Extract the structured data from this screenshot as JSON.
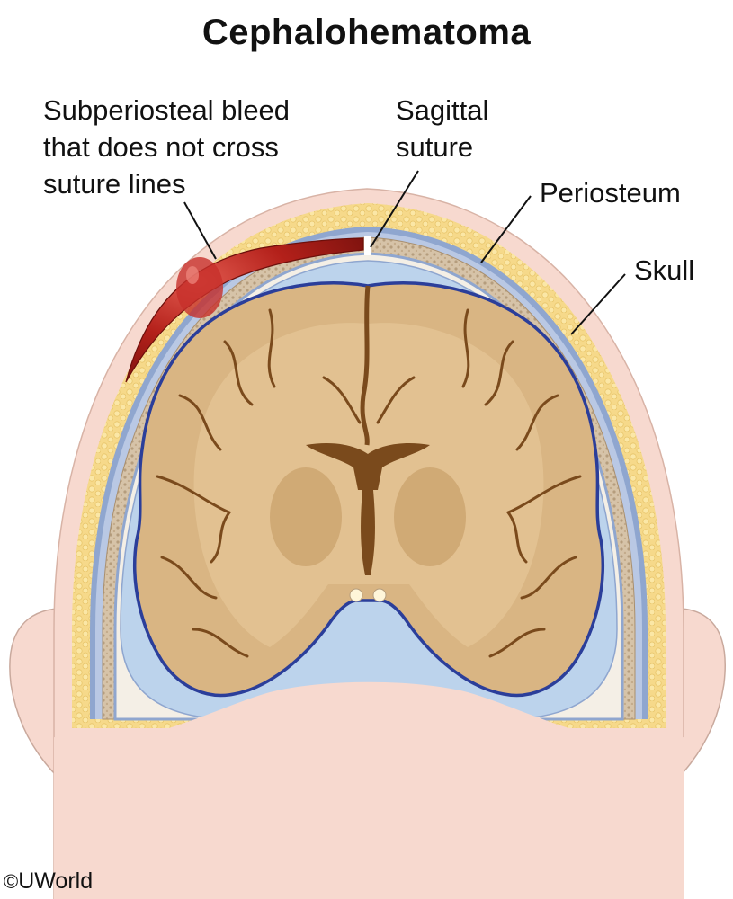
{
  "title": "Cephalohematoma",
  "labels": {
    "subperiosteal_bleed": [
      "Subperiosteal bleed",
      "that does not cross",
      "suture lines"
    ],
    "sagittal_suture": [
      "Sagittal",
      "suture"
    ],
    "periosteum": "Periosteum",
    "skull": "Skull"
  },
  "copyright": {
    "symbol": "©",
    "brand": "UWorld"
  },
  "colors": {
    "skin": "#f7d9cf",
    "scalp_fat": "#f6d98a",
    "periosteum": "#8fa6cf",
    "skull_bone": "#d6c3a8",
    "csf": "#bcd3ec",
    "brain": "#d9b583",
    "brain_outline": "#2b3e9a",
    "ventricle": "#7a4a1c",
    "hematoma": "#b3201a"
  }
}
